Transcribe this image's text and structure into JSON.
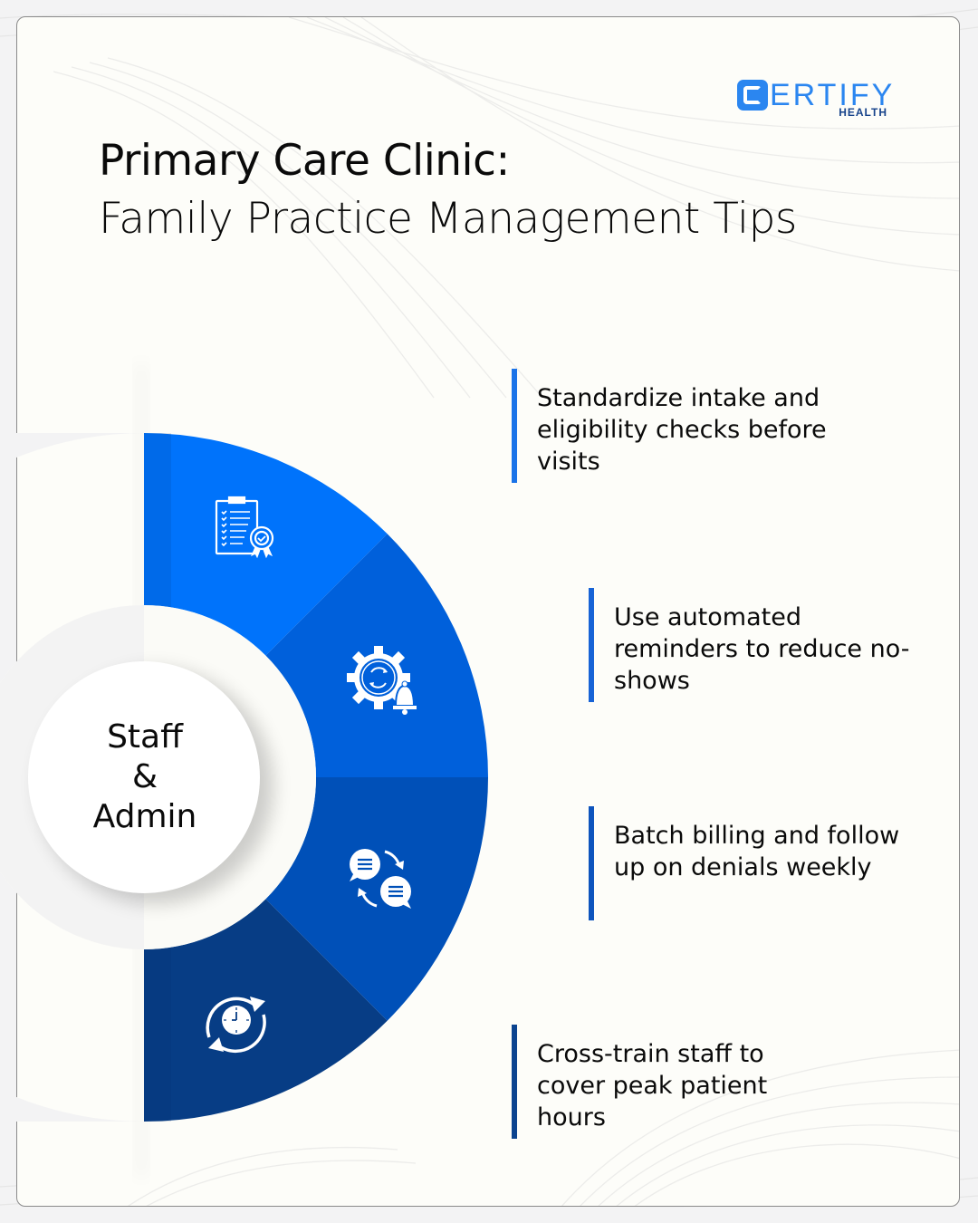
{
  "brand": {
    "logo_letter": "C",
    "logo_text": "ERTIFY",
    "logo_subtext": "HEALTH",
    "color": "#2b86f0",
    "sub_color": "#16428a"
  },
  "title": {
    "line1": "Primary Care Clinic:",
    "line2": "Family Practice Management Tips"
  },
  "hub": {
    "label_line1": "Staff",
    "label_line2": "&",
    "label_line3": "Admin"
  },
  "segments": [
    {
      "icon": "clipboard-checklist-badge-icon",
      "color": "#0073fb"
    },
    {
      "icon": "gear-refresh-bell-icon",
      "color": "#0060db"
    },
    {
      "icon": "chat-bubbles-exchange-icon",
      "color": "#0050b8"
    },
    {
      "icon": "clock-cycle-icon",
      "color": "#073d85"
    }
  ],
  "tips": [
    {
      "text": "Standardize intake and eligibility checks before visits",
      "bar_color": "#1a73e8"
    },
    {
      "text": "Use automated reminders to reduce no-shows",
      "bar_color": "#1763d6"
    },
    {
      "text": "Batch billing and follow up on denials weekly",
      "bar_color": "#0d54bd"
    },
    {
      "text": "Cross-train staff to cover peak patient hours",
      "bar_color": "#0b438f"
    }
  ]
}
